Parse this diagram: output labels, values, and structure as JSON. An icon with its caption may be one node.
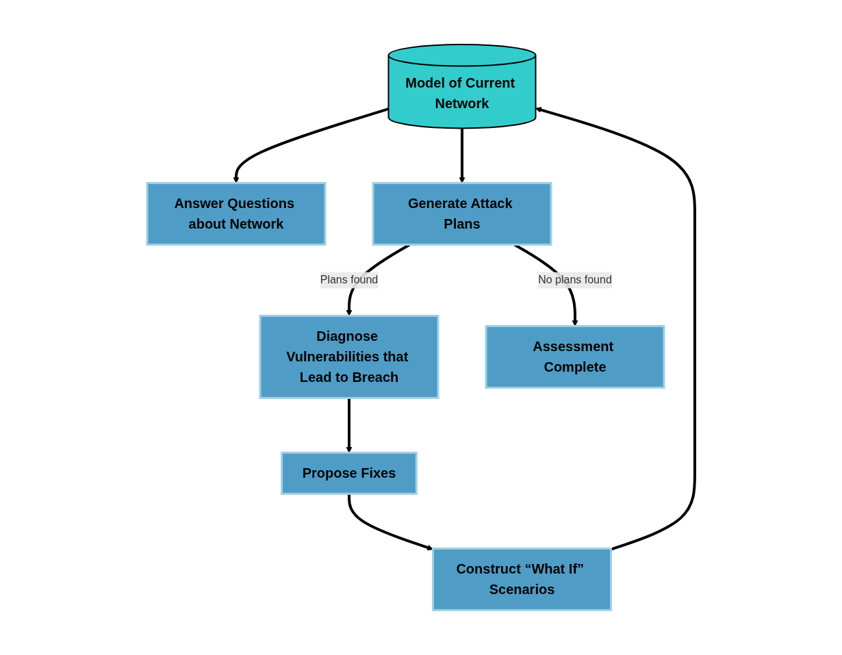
{
  "diagram": {
    "nodes": [
      {
        "text": [
          "Model of Current Network"
        ]
      },
      {
        "text": [
          "Construct “What If” Scenarios"
        ]
      },
      {
        "text": [
          "Propose Fixes"
        ]
      },
      {
        "text": [
          "Answer Questions about Network"
        ]
      },
      {
        "text": [
          "Generate Attack Plans"
        ]
      },
      {
        "text": [
          "Diagnose Vulnerabilities that Lead to Breach"
        ]
      },
      {
        "text": [
          "Assessment Complete"
        ]
      }
    ],
    "edges": [
      {
        "from": 1,
        "to": 0,
        "arrow": "to"
      },
      {
        "from": 2,
        "to": 1,
        "arrow": "to"
      },
      {
        "from": 0,
        "to": 3,
        "arrow": "to"
      },
      {
        "from": 0,
        "to": 4,
        "arrow": "to"
      },
      {
        "from": 4,
        "to": 5,
        "arrow": "to",
        "label": "Plans found"
      },
      {
        "from": 5,
        "to": 2,
        "arrow": "to"
      },
      {
        "from": 4,
        "to": 6,
        "arrow": "to",
        "label": "No plans found"
      }
    ]
  }
}
